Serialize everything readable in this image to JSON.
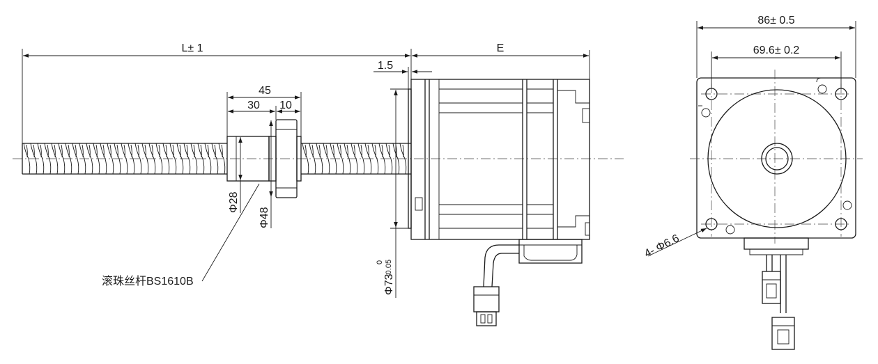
{
  "side_view": {
    "length_label": "L± 1",
    "motor_length_label": "E",
    "gap_label": "1.5",
    "nut_total_label": "45",
    "nut_body_label": "30",
    "nut_flange_label": "10",
    "shaft_dia_label": "Φ28",
    "flange_dia_label": "Φ48",
    "pilot_dia_label": "Φ73",
    "pilot_tol_upper": "0",
    "pilot_tol_lower": "-0.05",
    "callout_label": "滚珠丝杆BS1610B"
  },
  "end_view": {
    "width_label": "86± 0.5",
    "hole_spacing_label": "69.6± 0.2",
    "holes_label": "4- Φ6.6"
  }
}
